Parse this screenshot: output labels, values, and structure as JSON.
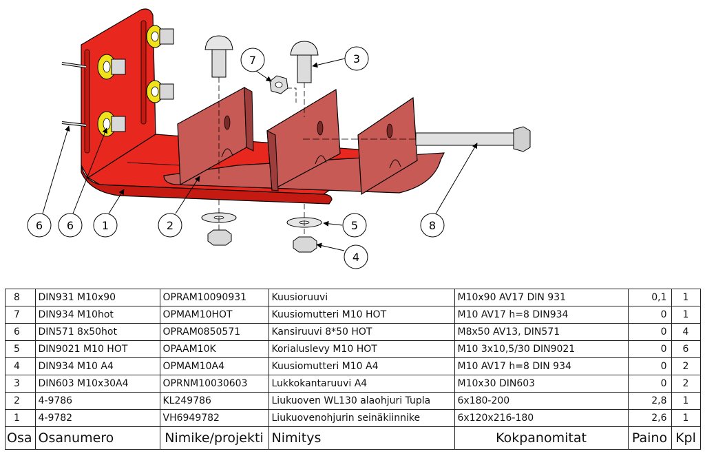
{
  "callouts": [
    {
      "label": "7"
    },
    {
      "label": "3"
    },
    {
      "label": "6"
    },
    {
      "label": "6"
    },
    {
      "label": "1"
    },
    {
      "label": "2"
    },
    {
      "label": "5"
    },
    {
      "label": "8"
    },
    {
      "label": "4"
    }
  ],
  "colors": {
    "bracket_red": "#e8281e",
    "bracket_dark": "#c41a12",
    "plate_brown": "#c85a56",
    "plate_dark": "#9e3e3c",
    "washer_yellow": "#f0e21a",
    "steel_gray": "#d8d8d8"
  },
  "bom": {
    "headers": {
      "osa": "Osa",
      "osanumero": "Osanumero",
      "nimike": "Nimike/projekti",
      "nimitys": "Nimitys",
      "kokpanomitat": "Kokpanomitat",
      "paino": "Paino",
      "kpl": "Kpl"
    },
    "rows": [
      {
        "osa": "8",
        "osanumero": "DIN931 M10x90",
        "nimike": "OPRAM10090931",
        "nimitys": "Kuusioruuvi",
        "kok": "M10x90 AV17 DIN 931",
        "paino": "0,1",
        "kpl": "1"
      },
      {
        "osa": "7",
        "osanumero": "DIN934 M10hot",
        "nimike": "OPMAM10HOT",
        "nimitys": "Kuusiomutteri M10 HOT",
        "kok": "M10 AV17 h=8 DIN934",
        "paino": "0",
        "kpl": "1"
      },
      {
        "osa": "6",
        "osanumero": "DIN571 8x50hot",
        "nimike": "OPRAM0850571",
        "nimitys": "Kansiruuvi 8*50 HOT",
        "kok": "M8x50 AV13, DIN571",
        "paino": "0",
        "kpl": "4"
      },
      {
        "osa": "5",
        "osanumero": "DIN9021 M10 HOT",
        "nimike": "OPAAM10K",
        "nimitys": "Korialuslevy M10 HOT",
        "kok": "M10 3x10,5/30 DIN9021",
        "paino": "0",
        "kpl": "6"
      },
      {
        "osa": "4",
        "osanumero": "DIN934 M10 A4",
        "nimike": "OPMAM10A4",
        "nimitys": "Kuusiomutteri M10 A4",
        "kok": "M10 AV17 h=8 DIN 934",
        "paino": "0",
        "kpl": "2"
      },
      {
        "osa": "3",
        "osanumero": "DIN603 M10x30A4",
        "nimike": "OPRNM10030603",
        "nimitys": "Lukkokantaruuvi A4",
        "kok": "M10x30 DIN603",
        "paino": "0",
        "kpl": "2"
      },
      {
        "osa": "2",
        "osanumero": "4-9786",
        "nimike": "KL249786",
        "nimitys": "Liukuoven WL130 alaohjuri Tupla",
        "kok": "6x180-200",
        "paino": "2,8",
        "kpl": "1"
      },
      {
        "osa": "1",
        "osanumero": "4-9782",
        "nimike": "VH6949782",
        "nimitys": "Liukuovenohjurin seinäkiinnike",
        "kok": "6x120x216-180",
        "paino": "2,6",
        "kpl": "1"
      }
    ]
  }
}
